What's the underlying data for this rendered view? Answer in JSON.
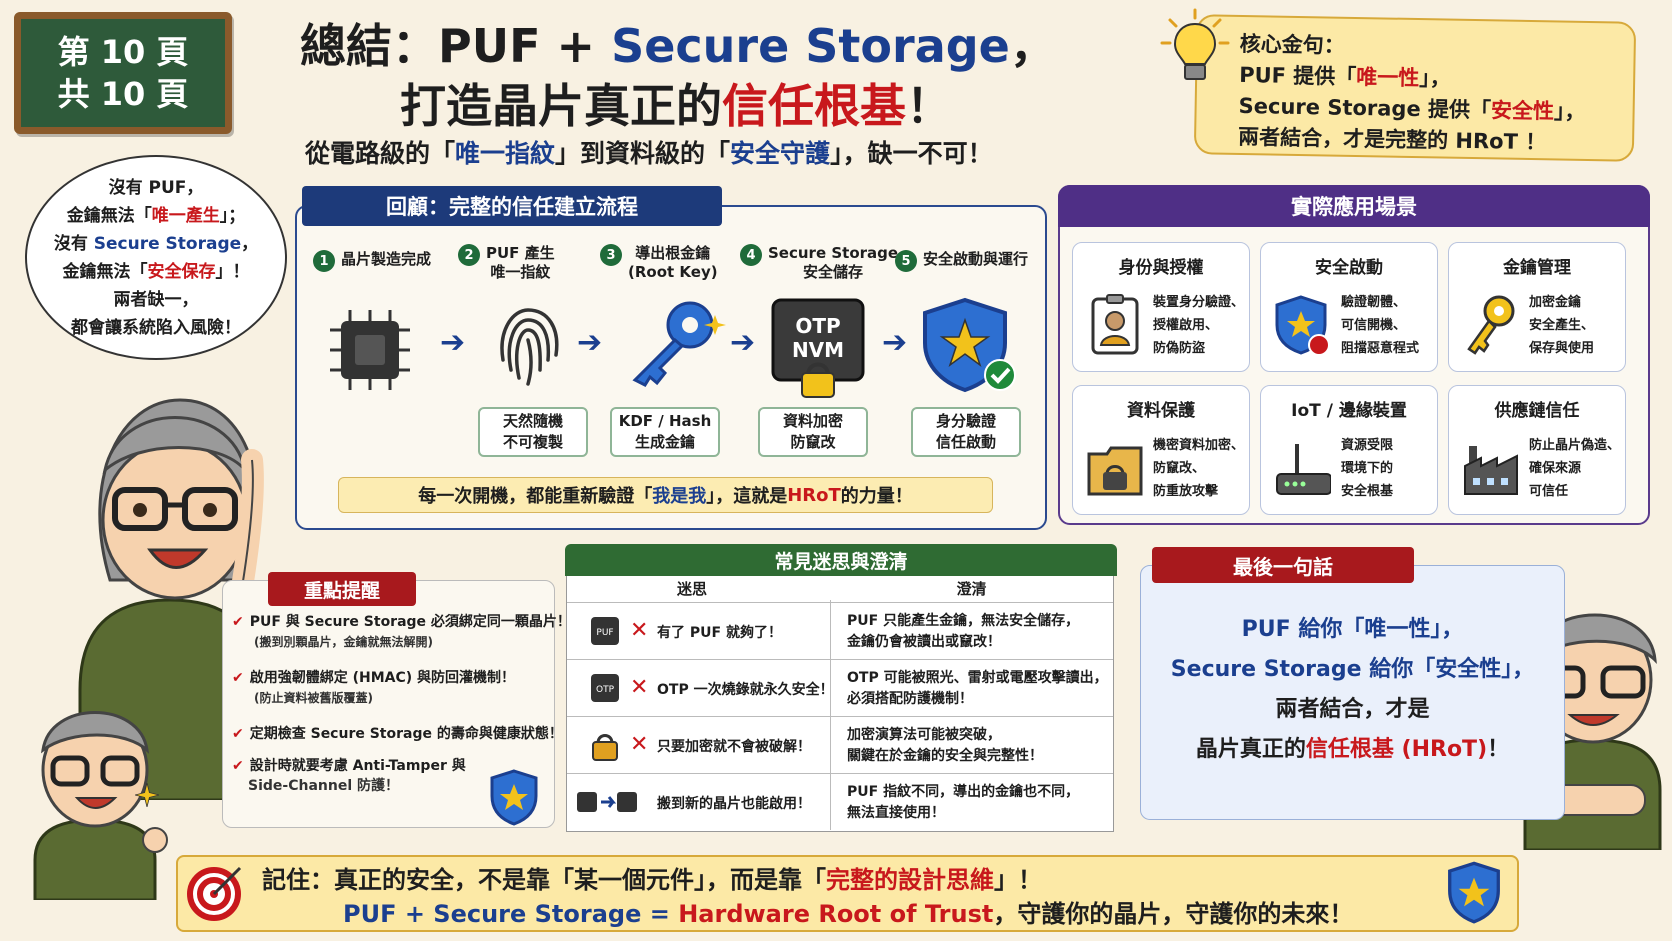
{
  "page_badge": {
    "line1": "第 10 頁",
    "line2": "共 10 頁"
  },
  "title": {
    "line1_prefix": "總結：PUF + ",
    "line1_highlight": "Secure Storage",
    "line1_suffix": "，",
    "line2_prefix": "打造晶片真正的",
    "line2_highlight": "信任根基",
    "line2_suffix": "！",
    "subtitle_parts": [
      "從電路級的「",
      "唯一指紋",
      "」到資料級的「",
      "安全守護",
      "」，缺一不可！"
    ]
  },
  "core_quote": {
    "heading": "核心金句：",
    "l2_a": "PUF 提供「",
    "l2_b": "唯一性",
    "l2_c": "」，",
    "l3_a": "Secure Storage 提供「",
    "l3_b": "安全性",
    "l3_c": "」，",
    "l4": "兩者結合，才是完整的 HRoT ！"
  },
  "bubble": {
    "l1": "沒有 PUF，",
    "l2_a": "金鑰無法「",
    "l2_b": "唯一產生",
    "l2_c": "」；",
    "l3_a": "沒有 ",
    "l3_b": "Secure Storage",
    "l3_c": "，",
    "l4_a": "金鑰無法「",
    "l4_b": "安全保存",
    "l4_c": "」！",
    "l5": "兩者缺一，",
    "l6": "都會讓系統陷入風險！"
  },
  "flow": {
    "heading": "回顧：完整的信任建立流程",
    "steps": [
      {
        "num": "1",
        "title1": "晶片製造完成",
        "title2": ""
      },
      {
        "num": "2",
        "title1": "PUF 產生",
        "title2": "唯一指紋",
        "label1": "天然隨機",
        "label2": "不可複製"
      },
      {
        "num": "3",
        "title1": "導出根金鑰",
        "title2": "(Root Key)",
        "label1": "KDF / Hash",
        "label2": "生成金鑰"
      },
      {
        "num": "4",
        "title1": "Secure Storage",
        "title2": "安全儲存",
        "label1": "資料加密",
        "label2": "防竄改"
      },
      {
        "num": "5",
        "title1": "安全啟動與運行",
        "title2": "",
        "label1": "身分驗證",
        "label2": "信任啟動"
      }
    ],
    "otp_text1": "OTP",
    "otp_text2": "NVM",
    "note_a": "每一次開機，都能重新驗證「",
    "note_b": "我是我",
    "note_c": "」，這就是 ",
    "note_d": "HRoT",
    "note_e": " 的力量！"
  },
  "apps": {
    "heading": "實際應用場景",
    "cards": [
      {
        "title": "身份與授權",
        "d1": "裝置身分驗證、",
        "d2": "授權啟用、",
        "d3": "防偽防盜",
        "icon": "id-badge-icon"
      },
      {
        "title": "安全啟動",
        "d1": "驗證韌體、",
        "d2": "可信開機、",
        "d3": "阻擋惡意程式",
        "icon": "shield-power-icon"
      },
      {
        "title": "金鑰管理",
        "d1": "加密金鑰",
        "d2": "安全產生、",
        "d3": "保存與使用",
        "icon": "key-icon"
      },
      {
        "title": "資料保護",
        "d1": "機密資料加密、",
        "d2": "防竄改、",
        "d3": "防重放攻擊",
        "icon": "folder-lock-icon"
      },
      {
        "title": "IoT / 邊緣裝置",
        "d1": "資源受限",
        "d2": "環境下的",
        "d3": "安全根基",
        "icon": "router-icon"
      },
      {
        "title": "供應鏈信任",
        "d1": "防止晶片偽造、",
        "d2": "確保來源",
        "d3": "可信任",
        "icon": "factory-icon"
      }
    ]
  },
  "reminders": {
    "heading": "重點提醒",
    "items": [
      {
        "text": "PUF 與 Secure Storage 必須綁定同一顆晶片！",
        "sub": "(搬到別顆晶片，金鑰就無法解開)"
      },
      {
        "text": "啟用強韌體綁定 (HMAC) 與防回灌機制！",
        "sub": "(防止資料被舊版覆蓋)"
      },
      {
        "text": "定期檢查 Secure Storage 的壽命與健康狀態！",
        "sub": ""
      },
      {
        "text": "設計時就要考慮 Anti-Tamper 與",
        "sub": "Side-Channel 防護！"
      }
    ]
  },
  "myths": {
    "heading": "常見迷思與澄清",
    "col_myth": "迷思",
    "col_clar": "澄清",
    "rows": [
      {
        "myth": "有了 PUF 就夠了！",
        "c1": "PUF 只能產生金鑰，無法安全儲存，",
        "c2": "金鑰仍會被讀出或竄改！",
        "icon": "chip-icon",
        "icon_text": "PUF"
      },
      {
        "myth": "OTP 一次燒錄就永久安全！",
        "c1": "OTP 可能被照光、雷射或電壓攻擊讀出，",
        "c2": "必須搭配防護機制！",
        "icon": "otp-chip-icon",
        "icon_text": "OTP"
      },
      {
        "myth": "只要加密就不會被破解！",
        "c1": "加密演算法可能被突破，",
        "c2": "關鍵在於金鑰的安全與完整性！",
        "icon": "padlock-icon",
        "icon_text": ""
      },
      {
        "myth": "搬到新的晶片也能啟用！",
        "c1": "PUF 指紋不同，導出的金鑰也不同，",
        "c2": "無法直接使用！",
        "icon": "chip-transfer-icon",
        "icon_text": ""
      }
    ]
  },
  "final": {
    "heading": "最後一句話",
    "l1": "PUF 給你「唯一性」，",
    "l2": "Secure Storage 給你「安全性」，",
    "l3": "兩者結合，才是",
    "l4_a": "晶片真正的",
    "l4_b": "信任根基 (HRoT)",
    "l4_c": "！"
  },
  "banner": {
    "l1_a": "記住：真正的安全，不是靠「某一個元件」，而是靠「",
    "l1_b": "完整的設計思維",
    "l1_c": "」！",
    "l2_a": "PUF + Secure Storage = ",
    "l2_b": "Hardware Root of Trust",
    "l2_c": "，守護你的晶片，守護你的未來！"
  },
  "colors": {
    "blue": "#1b3f8f",
    "red": "#c8181c",
    "navy_header": "#1d3a7a",
    "purple_header": "#4f2f86",
    "green_header": "#2f6b33",
    "red_header": "#a8191d"
  }
}
